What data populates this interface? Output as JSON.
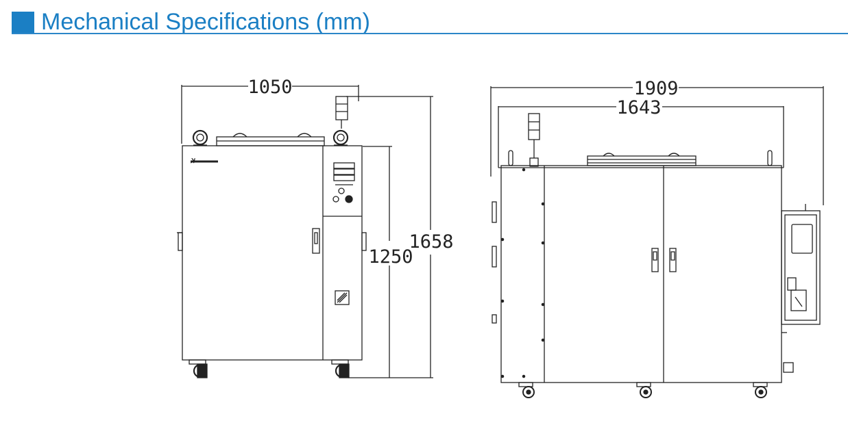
{
  "header": {
    "title": "Mechanical Specifications (mm)",
    "accent_color": "#1b7fc4",
    "rule_color": "#2b86c8"
  },
  "dimensions": {
    "front_width": "1050",
    "front_body_height": "1250",
    "front_total_height": "1658",
    "side_total_length": "1909",
    "side_body_length": "1643"
  }
}
